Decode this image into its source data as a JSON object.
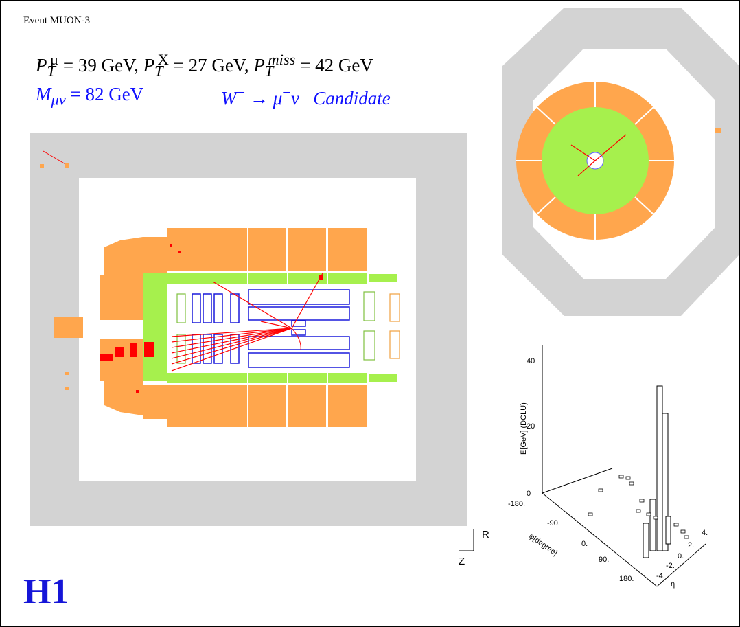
{
  "event": {
    "label": "Event MUON-3"
  },
  "physics": {
    "momenta_line": "P_T^μ = 39 GeV, P_T^X = 27 GeV, P_T^miss = 42 GeV",
    "mass_text": "M_μν = 82 GeV",
    "decay_text": "W⁻ → μ⁻ν   Candidate"
  },
  "side_view": {
    "axis_r": "R",
    "axis_z": "Z"
  },
  "lego": {
    "ylabel": "E[GeV] (DCLU)",
    "y_ticks": [
      "0",
      "20",
      "40"
    ],
    "phi_label": "φ[degree]",
    "phi_ticks": [
      "-180.",
      "-90.",
      "0.",
      "90.",
      "180."
    ],
    "eta_label": "η",
    "eta_ticks": [
      "-4.",
      "-2.",
      "0.",
      "2.",
      "4."
    ]
  },
  "logo": "H1",
  "colors": {
    "muon_gray": "#d3d3d3",
    "calo_orange": "#ffa64d",
    "tracker_green": "#a6f04d",
    "track_red": "#ff0000",
    "chamber_blue": "#1a1adb",
    "text_blue": "#1010ff"
  }
}
